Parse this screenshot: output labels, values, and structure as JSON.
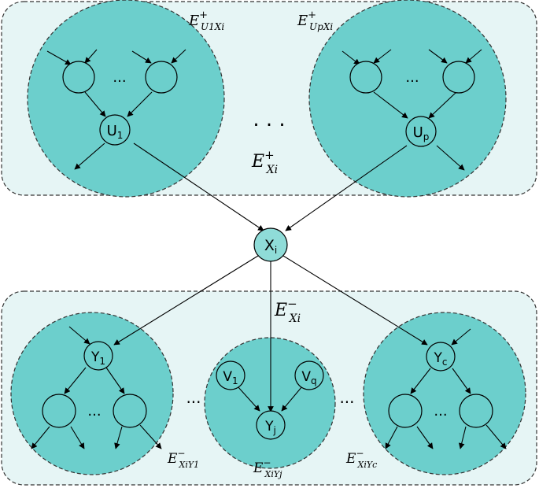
{
  "regions": {
    "parents_label": {
      "base": "E",
      "sup": "+",
      "sub": "Xi"
    },
    "children_label": {
      "base": "E",
      "sup": "−",
      "sub": "Xi"
    }
  },
  "clusters": {
    "u1": {
      "base": "E",
      "sup": "+",
      "sub": "U1Xi"
    },
    "up": {
      "base": "E",
      "sup": "+",
      "sub": "UpXi"
    },
    "y1": {
      "base": "E",
      "sup": "−",
      "sub": "XiY1"
    },
    "yj": {
      "base": "E",
      "sup": "−",
      "sub": "XiYj"
    },
    "yc": {
      "base": "E",
      "sup": "−",
      "sub": "XiYc"
    }
  },
  "nodes": {
    "u1": {
      "base": "U",
      "sub": "1"
    },
    "up": {
      "base": "U",
      "sub": "p"
    },
    "xi": {
      "base": "X",
      "sub": "i"
    },
    "y1": {
      "base": "Y",
      "sub": "1"
    },
    "yj": {
      "base": "Y",
      "sub": "j"
    },
    "yc": {
      "base": "Y",
      "sub": "c"
    },
    "v1": {
      "base": "V",
      "sub": "1"
    },
    "vq": {
      "base": "V",
      "sub": "q"
    }
  },
  "ellipses": {
    "small": "...",
    "wide": ". . .",
    "between": "..."
  }
}
